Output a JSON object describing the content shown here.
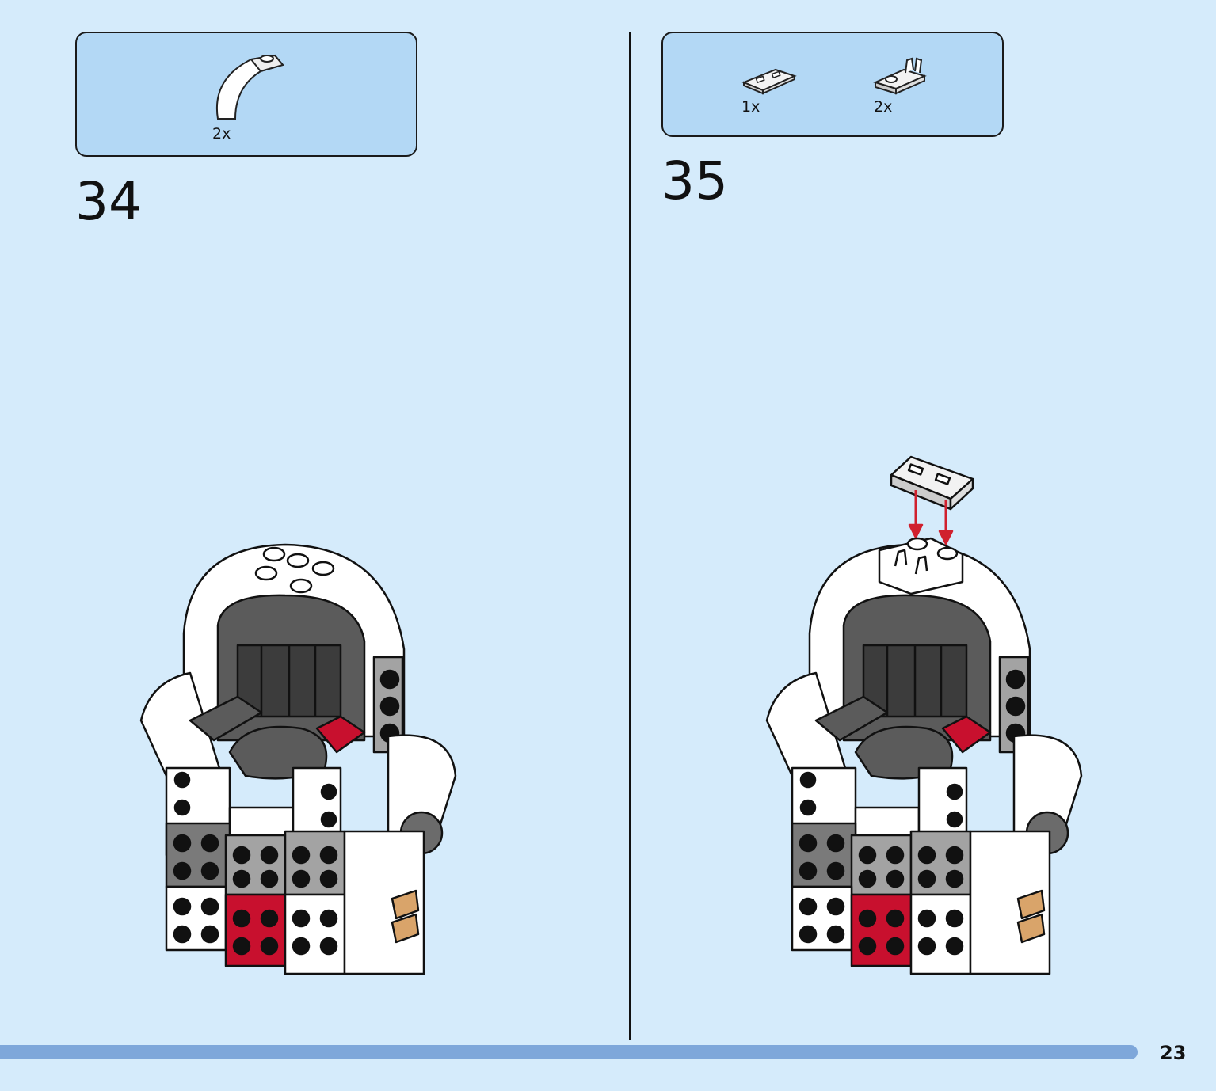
{
  "steps": [
    {
      "number": "34",
      "parts": [
        {
          "qty": "2x",
          "icon": "curved-slope-icon"
        }
      ]
    },
    {
      "number": "35",
      "parts": [
        {
          "qty": "1x",
          "icon": "tile-2x1-icon"
        },
        {
          "qty": "2x",
          "icon": "clip-plate-icon"
        }
      ]
    }
  ],
  "page": {
    "number": "23"
  },
  "colors": {
    "background": "#d5ebfb",
    "parts_box": "#b3d8f5",
    "progress_bar": "#7ea7da",
    "brick_white": "#ffffff",
    "brick_dark_gray": "#5b5b5b",
    "brick_light_gray": "#a3a3a3",
    "brick_red": "#c8102e",
    "brick_tan": "#d9a46a",
    "arrow_red": "#d0202e"
  }
}
